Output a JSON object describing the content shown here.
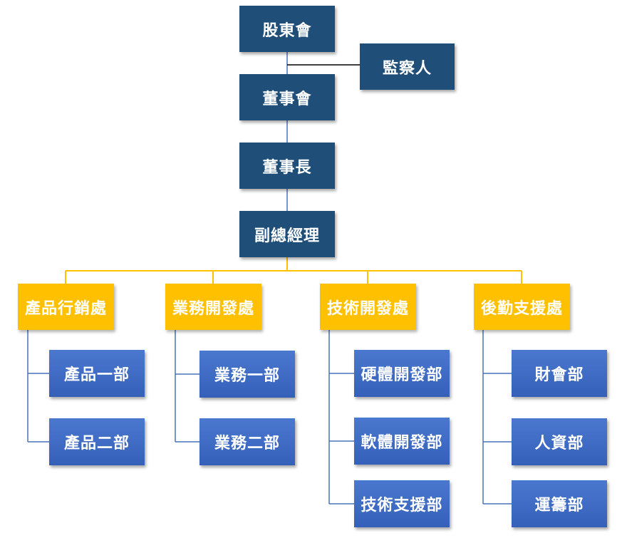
{
  "colors": {
    "top_box": "#1f4e79",
    "division_box": "#ffc000",
    "department_box": "#3e6bc5",
    "top_line": "#4a72b8",
    "division_line": "#ffc000",
    "department_line": "#4a72b8",
    "auditor_line": "#000000"
  },
  "nodes": {
    "shareholders": "股東會",
    "supervisor": "監察人",
    "board": "董事會",
    "chairman": "董事長",
    "vice_gm": "副總經理"
  },
  "divisions": [
    {
      "label": "產品行銷處",
      "departments": [
        "產品一部",
        "產品二部"
      ]
    },
    {
      "label": "業務開發處",
      "departments": [
        "業務一部",
        "業務二部"
      ]
    },
    {
      "label": "技術開發處",
      "departments": [
        "硬體開發部",
        "軟體開發部",
        "技術支援部"
      ]
    },
    {
      "label": "後勤支援處",
      "departments": [
        "財會部",
        "人資部",
        "運籌部"
      ]
    }
  ]
}
